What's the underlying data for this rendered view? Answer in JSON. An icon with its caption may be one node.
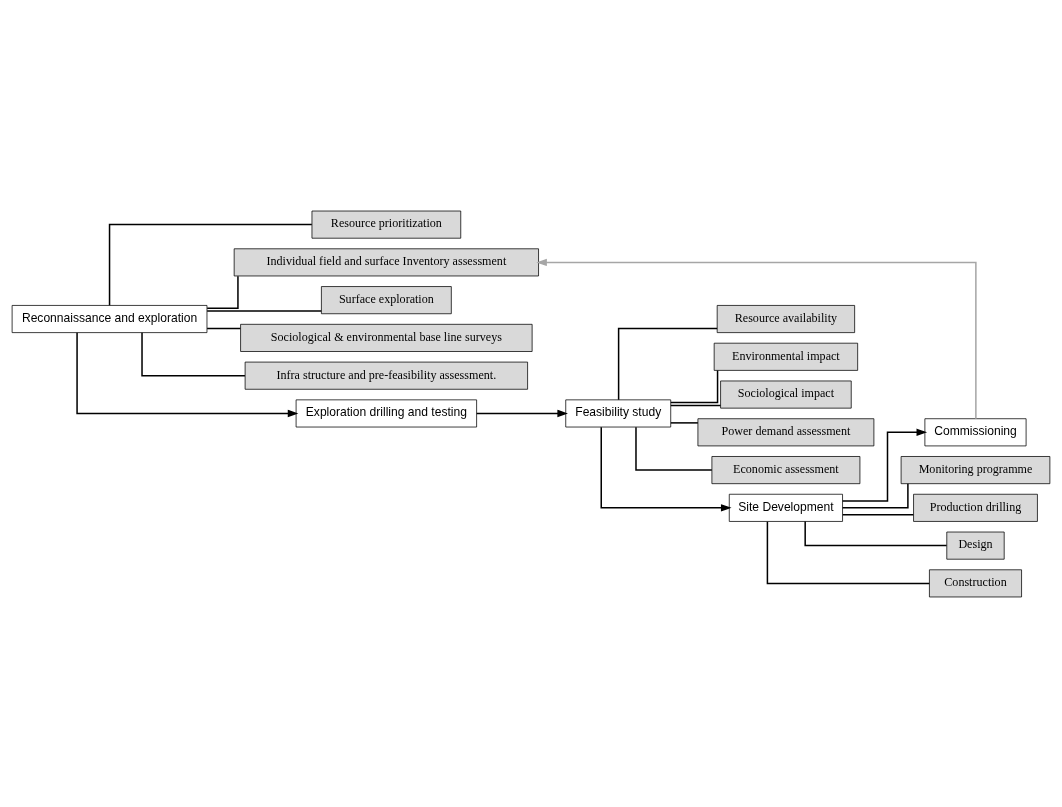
{
  "diagram": {
    "nodes": [
      {
        "text": [
          "Reconnaissance and exploration"
        ]
      },
      {
        "text": [
          "Resource prioritization"
        ]
      },
      {
        "text": [
          "Individual field and surface Inventory assessment"
        ]
      },
      {
        "text": [
          "Surface exploration"
        ]
      },
      {
        "text": [
          "Sociological & environmental base line surveys"
        ]
      },
      {
        "text": [
          "Infra structure and pre-feasibility assessment."
        ]
      },
      {
        "text": [
          "Exploration drilling and testing"
        ]
      },
      {
        "text": [
          "Feasibility study"
        ]
      },
      {
        "text": [
          "Resource availability"
        ]
      },
      {
        "text": [
          "Environmental impact"
        ]
      },
      {
        "text": [
          "Sociological impact"
        ]
      },
      {
        "text": [
          "Power demand assessment"
        ]
      },
      {
        "text": [
          "Economic assessment"
        ]
      },
      {
        "text": [
          "Site Development"
        ]
      },
      {
        "text": [
          "Monitoring programme"
        ]
      },
      {
        "text": [
          "Production drilling"
        ]
      },
      {
        "text": [
          "Design"
        ]
      },
      {
        "text": [
          "Construction"
        ]
      },
      {
        "text": [
          "Commissioning"
        ]
      }
    ],
    "edges": [
      {
        "from": 0,
        "to": 1,
        "arrow": "none"
      },
      {
        "from": 0,
        "to": 2,
        "arrow": "none"
      },
      {
        "from": 0,
        "to": 3,
        "arrow": "none"
      },
      {
        "from": 0,
        "to": 4,
        "arrow": "none"
      },
      {
        "from": 0,
        "to": 5,
        "arrow": "none"
      },
      {
        "from": 0,
        "to": 6,
        "arrow": "to"
      },
      {
        "from": 6,
        "to": 7,
        "arrow": "to"
      },
      {
        "from": 7,
        "to": 8,
        "arrow": "none"
      },
      {
        "from": 7,
        "to": 9,
        "arrow": "none"
      },
      {
        "from": 7,
        "to": 10,
        "arrow": "none"
      },
      {
        "from": 7,
        "to": 11,
        "arrow": "none"
      },
      {
        "from": 7,
        "to": 12,
        "arrow": "none"
      },
      {
        "from": 7,
        "to": 13,
        "arrow": "to"
      },
      {
        "from": 13,
        "to": 14,
        "arrow": "none"
      },
      {
        "from": 13,
        "to": 15,
        "arrow": "none"
      },
      {
        "from": 13,
        "to": 16,
        "arrow": "none"
      },
      {
        "from": 13,
        "to": 17,
        "arrow": "none"
      },
      {
        "from": 13,
        "to": 18,
        "arrow": "to"
      },
      {
        "from": 18,
        "to": 2,
        "arrow": "to",
        "color": "#a6a6a6"
      }
    ]
  }
}
